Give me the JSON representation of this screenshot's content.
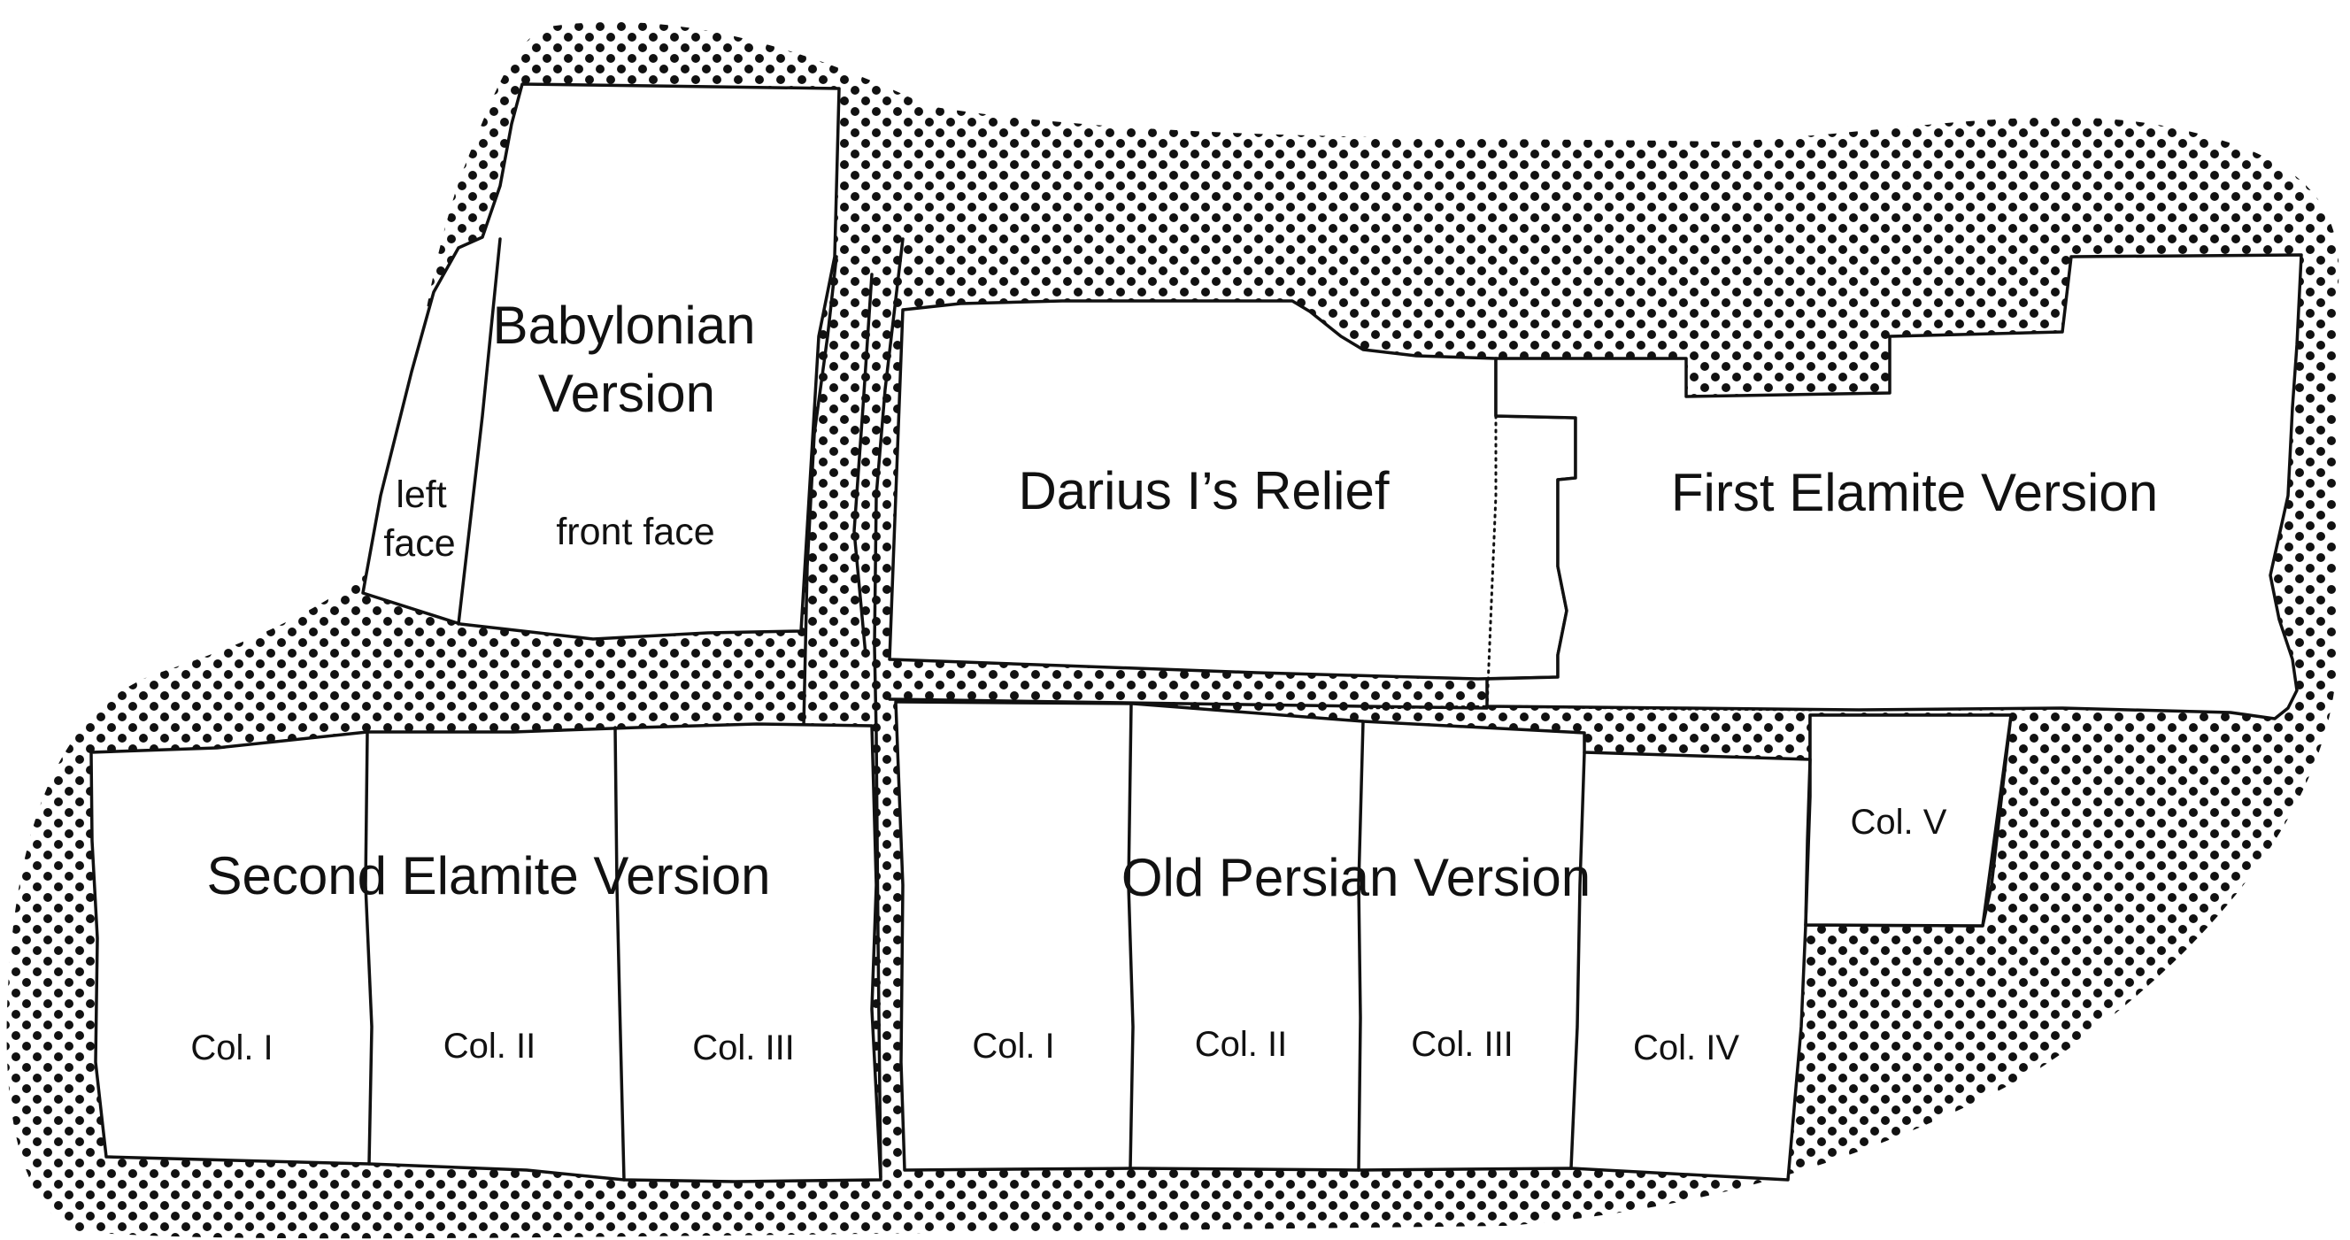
{
  "colors": {
    "background": "#ffffff",
    "ink": "#111111",
    "rock_dots": "#111111"
  },
  "sections": {
    "babylonian": {
      "title_line1": "Babylonian",
      "title_line2": "Version",
      "left_face_line1": "left",
      "left_face_line2": "face",
      "front_face": "front face"
    },
    "relief": {
      "title": "Darius I’s Relief"
    },
    "first_elamite": {
      "title": "First Elamite Version"
    },
    "second_elamite": {
      "title": "Second Elamite Version",
      "columns": [
        "Col. I",
        "Col. II",
        "Col. III"
      ]
    },
    "old_persian": {
      "title": "Old Persian Version",
      "columns": [
        "Col. I",
        "Col. II",
        "Col. III",
        "Col. IV",
        "Col. V"
      ]
    }
  }
}
